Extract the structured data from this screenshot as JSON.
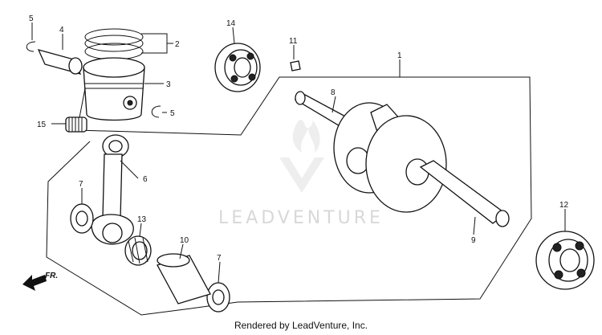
{
  "watermark": {
    "brand": "LEADVENTURE"
  },
  "credit": "Rendered by LeadVenture, Inc.",
  "direction_label": "FR.",
  "callouts": [
    {
      "id": "c5a",
      "text": "5"
    },
    {
      "id": "c4",
      "text": "4"
    },
    {
      "id": "c2",
      "text": "2"
    },
    {
      "id": "c3",
      "text": "3"
    },
    {
      "id": "c5b",
      "text": "5"
    },
    {
      "id": "c15",
      "text": "15"
    },
    {
      "id": "c14",
      "text": "14"
    },
    {
      "id": "c11",
      "text": "11"
    },
    {
      "id": "c1",
      "text": "1"
    },
    {
      "id": "c8",
      "text": "8"
    },
    {
      "id": "c6",
      "text": "6"
    },
    {
      "id": "c7a",
      "text": "7"
    },
    {
      "id": "c13",
      "text": "13"
    },
    {
      "id": "c10",
      "text": "10"
    },
    {
      "id": "c7b",
      "text": "7"
    },
    {
      "id": "c9",
      "text": "9"
    },
    {
      "id": "c12",
      "text": "12"
    }
  ]
}
